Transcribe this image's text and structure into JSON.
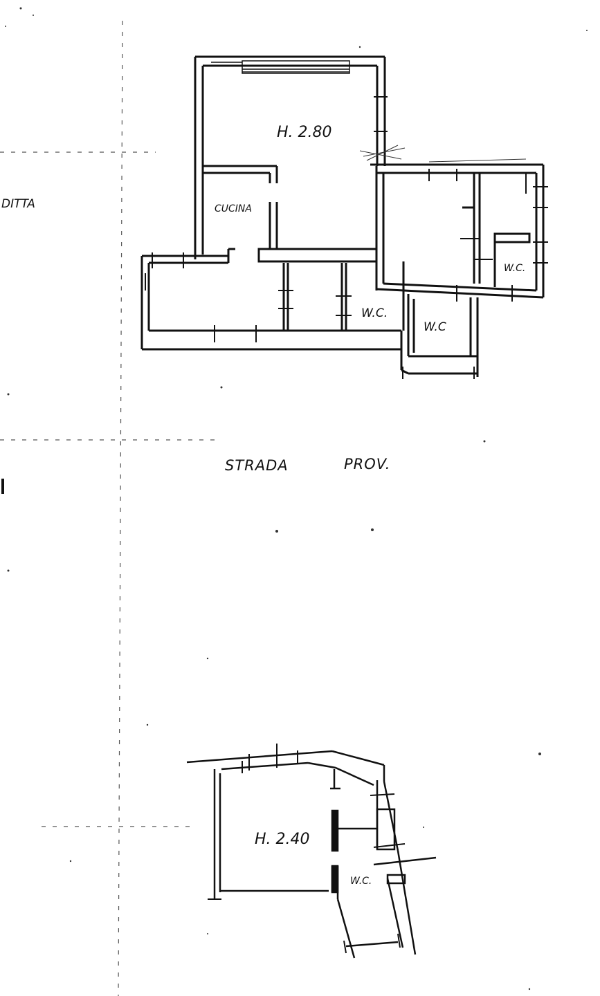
{
  "labels": {
    "height_upper": "H. 2.80",
    "kitchen": "CUCINA",
    "wc_middle": "W.C.",
    "wc_lower": "W.C",
    "wc_right": "W.C.",
    "owner": "DITTA",
    "road_word1": "STRADA",
    "road_word2": "PROV.",
    "height_lower": "H. 2.40",
    "wc_bottom": "W.C."
  },
  "colors": {
    "ink": "#111111",
    "paper": "#ffffff"
  }
}
